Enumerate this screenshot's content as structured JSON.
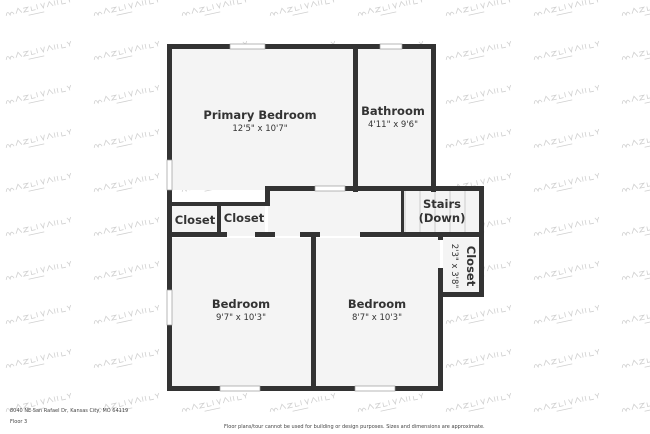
{
  "rooms": [
    {
      "name": "Primary Bedroom",
      "dims": "12'5\" x 10'7\""
    },
    {
      "name": "Bathroom",
      "dims": "4'11\" x 9'6\""
    },
    {
      "name": "Stairs",
      "sub": "(Down)"
    },
    {
      "name": "Closet",
      "dims": "2'3\" x 3'8\""
    },
    {
      "name": "Closet"
    },
    {
      "name": "Closet"
    },
    {
      "name": "Bedroom",
      "dims": "9'7\" x 10'3\""
    },
    {
      "name": "Bedroom",
      "dims": "8'7\" x 10'3\""
    }
  ],
  "watermark": "Hazel Valley",
  "footer": {
    "address": "8040 NE San Rafael Dr, Kansas City, MO 64119",
    "floor": "Floor 3",
    "disclaimer": "Floor plans/tour cannot be used for building or design purposes. Sizes and dimensions are approximate."
  },
  "colors": {
    "wall": "#333333",
    "floor": "#f4f4f4"
  }
}
